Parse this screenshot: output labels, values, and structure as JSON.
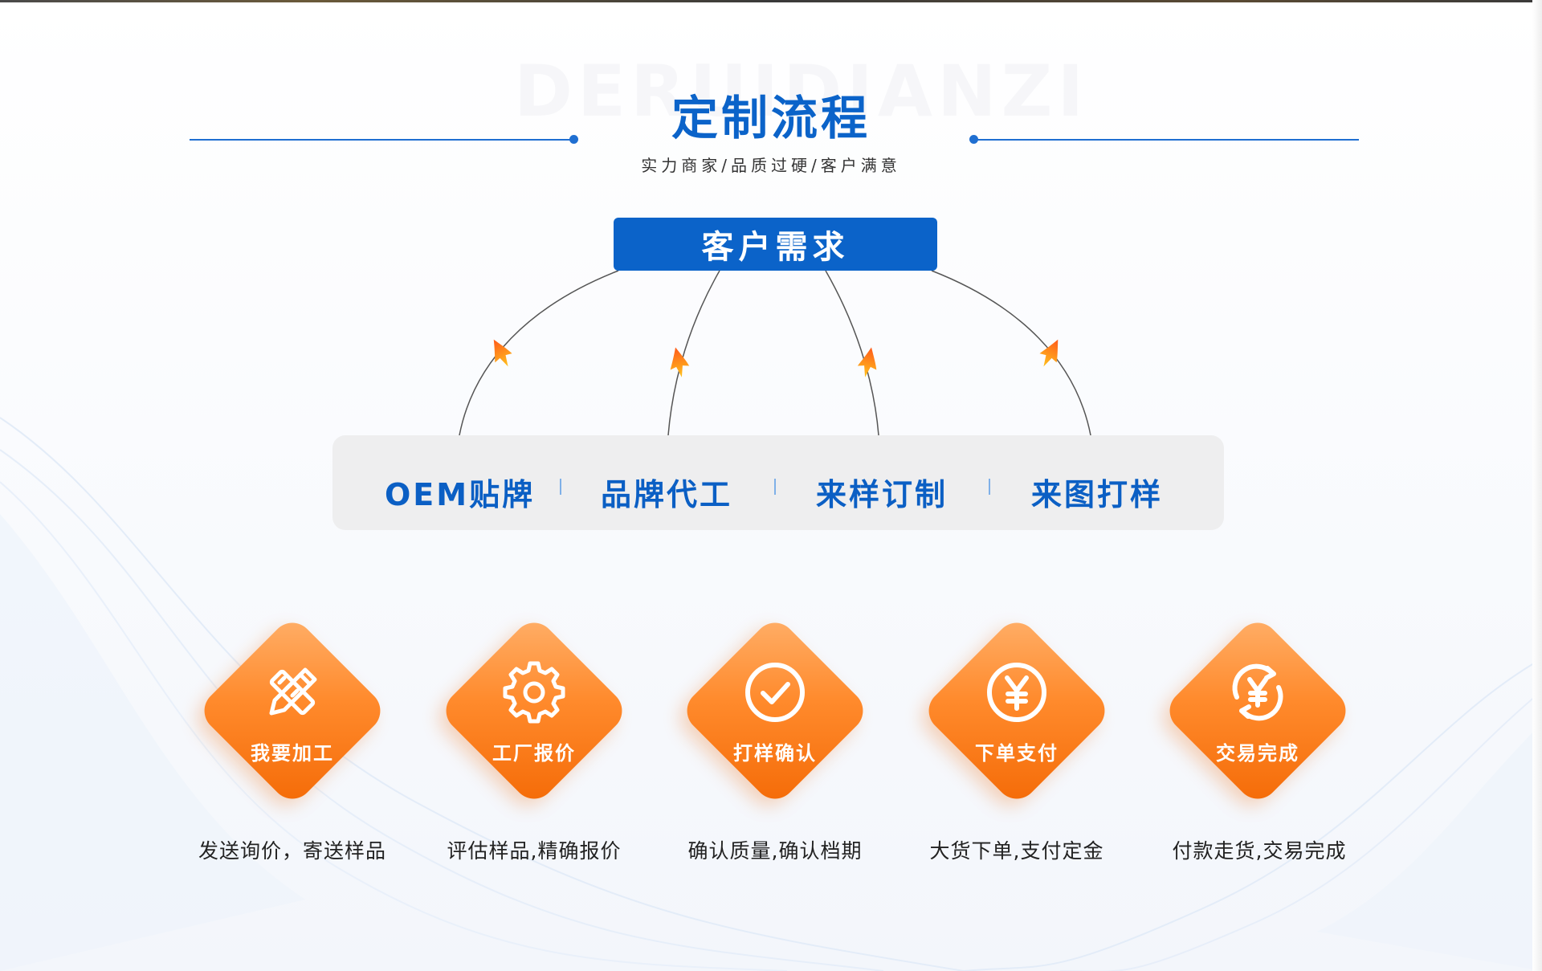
{
  "header": {
    "watermark": "DERUIDIANZI",
    "title": "定制流程",
    "subtitle": "实力商家/品质过硬/客户满意"
  },
  "center": {
    "label": "客户需求"
  },
  "services": [
    {
      "label": "OEM贴牌"
    },
    {
      "label": "品牌代工"
    },
    {
      "label": "来样订制"
    },
    {
      "label": "来图打样"
    }
  ],
  "steps": [
    {
      "label": "我要加工",
      "desc": "发送询价，寄送样品",
      "icon": "pencil-ruler-icon"
    },
    {
      "label": "工厂报价",
      "desc": "评估样品,精确报价",
      "icon": "gear-icon"
    },
    {
      "label": "打样确认",
      "desc": "确认质量,确认档期",
      "icon": "check-circle-icon"
    },
    {
      "label": "下单支付",
      "desc": "大货下单,支付定金",
      "icon": "yen-coin-icon"
    },
    {
      "label": "交易完成",
      "desc": "付款走货,交易完成",
      "icon": "yen-refresh-icon"
    }
  ],
  "colors": {
    "brand_blue": "#0b63c9",
    "accent_orange": "#ff8a2c",
    "panel_gray": "#eeeeef"
  }
}
